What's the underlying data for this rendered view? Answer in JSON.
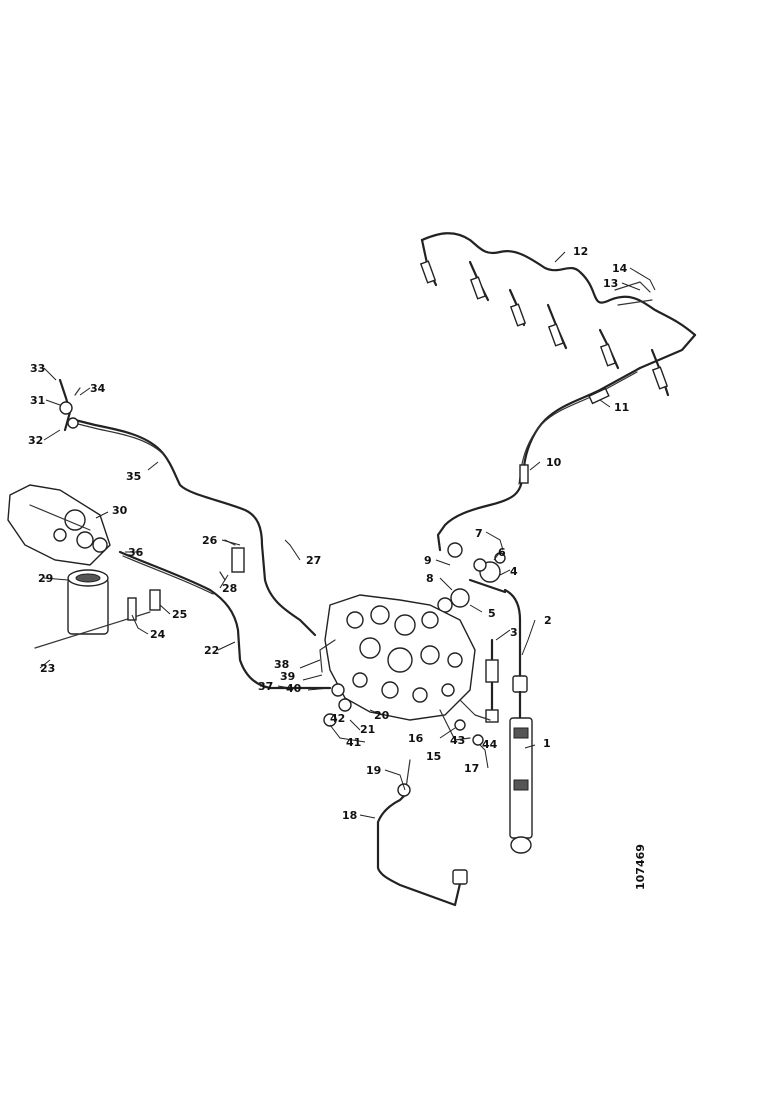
{
  "diagram": {
    "callouts": [
      "1",
      "2",
      "3",
      "4",
      "5",
      "6",
      "7",
      "8",
      "9",
      "10",
      "11",
      "12",
      "13",
      "14",
      "15",
      "16",
      "17",
      "18",
      "19",
      "20",
      "21",
      "22",
      "23",
      "24",
      "25",
      "26",
      "27",
      "28",
      "29",
      "30",
      "31",
      "32",
      "33",
      "34",
      "35",
      "36",
      "37",
      "38",
      "39",
      "40",
      "41",
      "42",
      "43",
      "44"
    ],
    "document_number": "107469",
    "colors": {
      "line": "#222222",
      "background": "#ffffff"
    }
  }
}
